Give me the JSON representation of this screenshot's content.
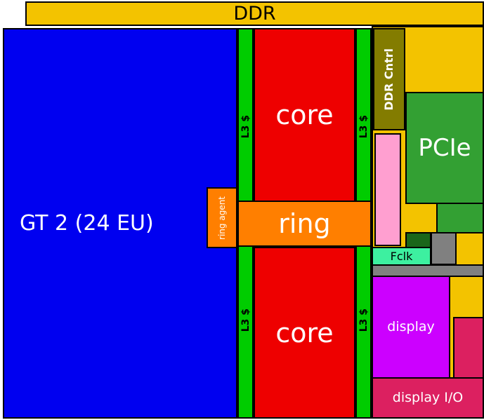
{
  "labels": {
    "ddr": "DDR",
    "gt2": "GT 2 (24 EU)",
    "l3": "L3 $",
    "core": "core",
    "ring": "ring",
    "ring_agent": "ring agent",
    "ddr_cntrl": "DDR Cntrl",
    "pcie": "PCIe",
    "fclk": "Fclk",
    "display": "display",
    "display_io": "display I/O"
  },
  "colors": {
    "ddr_yellow": "#f3c300",
    "gt2_blue": "#0000f0",
    "l3_green": "#00cc00",
    "core_red": "#ee0000",
    "ring_orange": "#ff7f00",
    "ddr_cntrl_olive": "#837c00",
    "pink_block": "#ff9fd0",
    "pcie_green": "#33a033",
    "small_dark_green": "#1a661a",
    "fclk_spring_green": "#3df0a0",
    "gray": "#808080",
    "display_magenta": "#cc00ff",
    "display_io_crimson": "#dc2060"
  }
}
